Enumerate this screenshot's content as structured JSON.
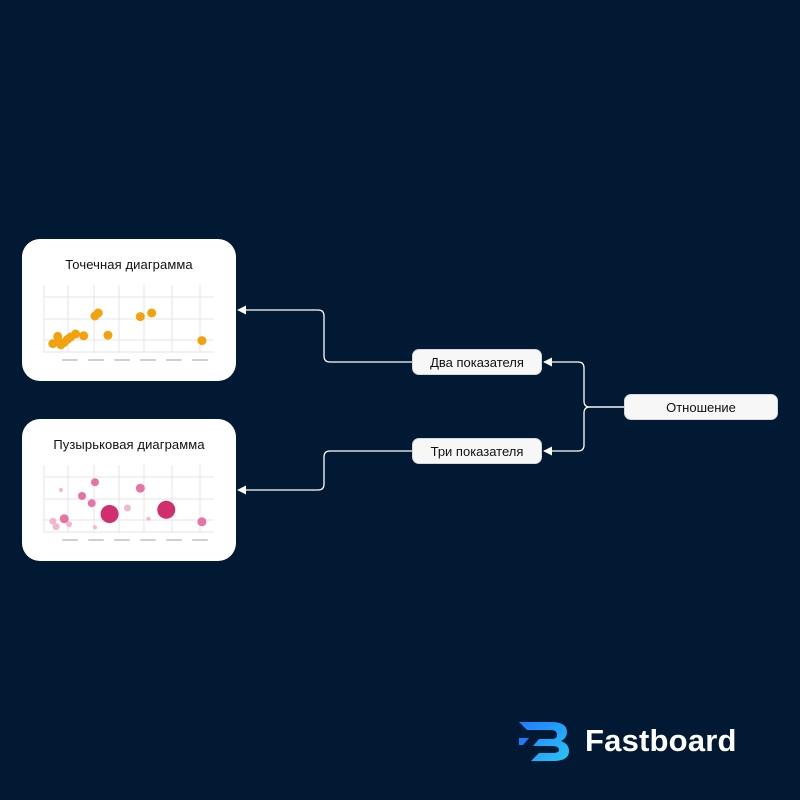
{
  "colors": {
    "background": "#021934",
    "scatter_point": "#f2a20c",
    "bubble_strong": "#d12e6e",
    "bubble_mid": "#e673a4",
    "bubble_light": "#f3b6cf",
    "connector": "#ffffff",
    "logo_blue": "#1e7bff",
    "logo_cyan": "#29c6f5"
  },
  "cards": {
    "scatter": {
      "title": "Точечная диаграмма"
    },
    "bubble": {
      "title": "Пузырьковая диаграмма"
    }
  },
  "nodes": {
    "root": "Отношение",
    "two": "Два показателя",
    "three": "Три показателя"
  },
  "logo": {
    "text": "Fastboard",
    "icon": "fastboard-logo-icon"
  },
  "chart_data": [
    {
      "type": "scatter",
      "title": "Точечная диаграмма",
      "xlim": [
        0,
        100
      ],
      "ylim": [
        0,
        100
      ],
      "grid": true,
      "points": [
        [
          3,
          9
        ],
        [
          6,
          12
        ],
        [
          8,
          7
        ],
        [
          10,
          11
        ],
        [
          12,
          16
        ],
        [
          14,
          20
        ],
        [
          17,
          25
        ],
        [
          6,
          21
        ],
        [
          22,
          22
        ],
        [
          29,
          55
        ],
        [
          31,
          60
        ],
        [
          37,
          23
        ],
        [
          57,
          54
        ],
        [
          64,
          60
        ],
        [
          95,
          14
        ]
      ]
    },
    {
      "type": "bubble",
      "title": "Пузырьковая диаграмма",
      "xlim": [
        0,
        100
      ],
      "ylim": [
        0,
        100
      ],
      "grid": true,
      "points": [
        {
          "x": 10,
          "y": 17,
          "r": 4.5,
          "tone": "mid"
        },
        {
          "x": 21,
          "y": 55,
          "r": 4,
          "tone": "mid"
        },
        {
          "x": 27,
          "y": 43,
          "r": 4,
          "tone": "mid"
        },
        {
          "x": 29,
          "y": 78,
          "r": 4,
          "tone": "mid"
        },
        {
          "x": 38,
          "y": 25,
          "r": 9,
          "tone": "strong"
        },
        {
          "x": 49,
          "y": 35,
          "r": 3.5,
          "tone": "light"
        },
        {
          "x": 57,
          "y": 68,
          "r": 4.5,
          "tone": "mid"
        },
        {
          "x": 73,
          "y": 32,
          "r": 9,
          "tone": "strong"
        },
        {
          "x": 95,
          "y": 12,
          "r": 4.5,
          "tone": "mid"
        },
        {
          "x": 3,
          "y": 13,
          "r": 3.5,
          "tone": "light"
        },
        {
          "x": 5,
          "y": 4,
          "r": 3.5,
          "tone": "light"
        },
        {
          "x": 13,
          "y": 8,
          "r": 3,
          "tone": "light"
        },
        {
          "x": 29,
          "y": 3,
          "r": 2,
          "tone": "light"
        },
        {
          "x": 8,
          "y": 65,
          "r": 2,
          "tone": "light"
        },
        {
          "x": 62,
          "y": 17,
          "r": 2,
          "tone": "light"
        }
      ]
    }
  ]
}
